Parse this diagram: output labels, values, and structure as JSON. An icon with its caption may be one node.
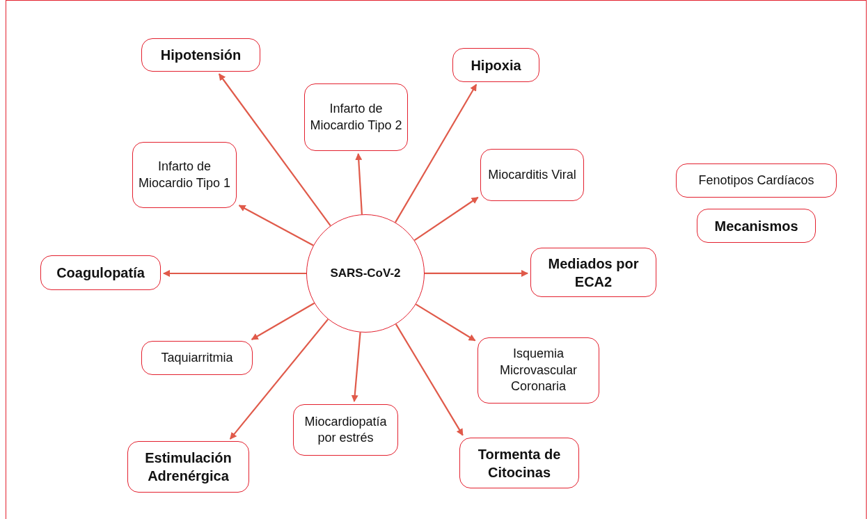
{
  "diagram": {
    "nodes": [
      {
        "text": [
          "SARS-CoV-2"
        ]
      },
      {
        "text": [
          "Hipotensión"
        ]
      },
      {
        "text": [
          "Hipoxia"
        ]
      },
      {
        "text": [
          "Infarto de Miocardio Tipo 2"
        ]
      },
      {
        "text": [
          "Infarto de Miocardio Tipo 1"
        ]
      },
      {
        "text": [
          "Miocarditis Viral"
        ]
      },
      {
        "text": [
          "Fenotipos Cardíacos"
        ]
      },
      {
        "text": [
          "Mecanismos"
        ]
      },
      {
        "text": [
          "Coagulopatía"
        ]
      },
      {
        "text": [
          "Mediados por ECA2"
        ]
      },
      {
        "text": [
          "Taquiarritmia"
        ]
      },
      {
        "text": [
          "Isquemia Microvascular Coronaria"
        ]
      },
      {
        "text": [
          "Miocardiopatía por estrés"
        ]
      },
      {
        "text": [
          "Estimulación Adrenérgica"
        ]
      },
      {
        "text": [
          "Tormenta de Citocinas"
        ]
      }
    ],
    "edges": [
      {
        "from": 0,
        "to": 1,
        "arrow": "to"
      },
      {
        "from": 0,
        "to": 2,
        "arrow": "to"
      },
      {
        "from": 0,
        "to": 3,
        "arrow": "to"
      },
      {
        "from": 0,
        "to": 4,
        "arrow": "to"
      },
      {
        "from": 0,
        "to": 5,
        "arrow": "to"
      },
      {
        "from": 0,
        "to": 8,
        "arrow": "to"
      },
      {
        "from": 0,
        "to": 9,
        "arrow": "to"
      },
      {
        "from": 0,
        "to": 10,
        "arrow": "to"
      },
      {
        "from": 0,
        "to": 11,
        "arrow": "to"
      },
      {
        "from": 0,
        "to": 12,
        "arrow": "to"
      },
      {
        "from": 0,
        "to": 13,
        "arrow": "to"
      },
      {
        "from": 0,
        "to": 14,
        "arrow": "to"
      }
    ]
  }
}
